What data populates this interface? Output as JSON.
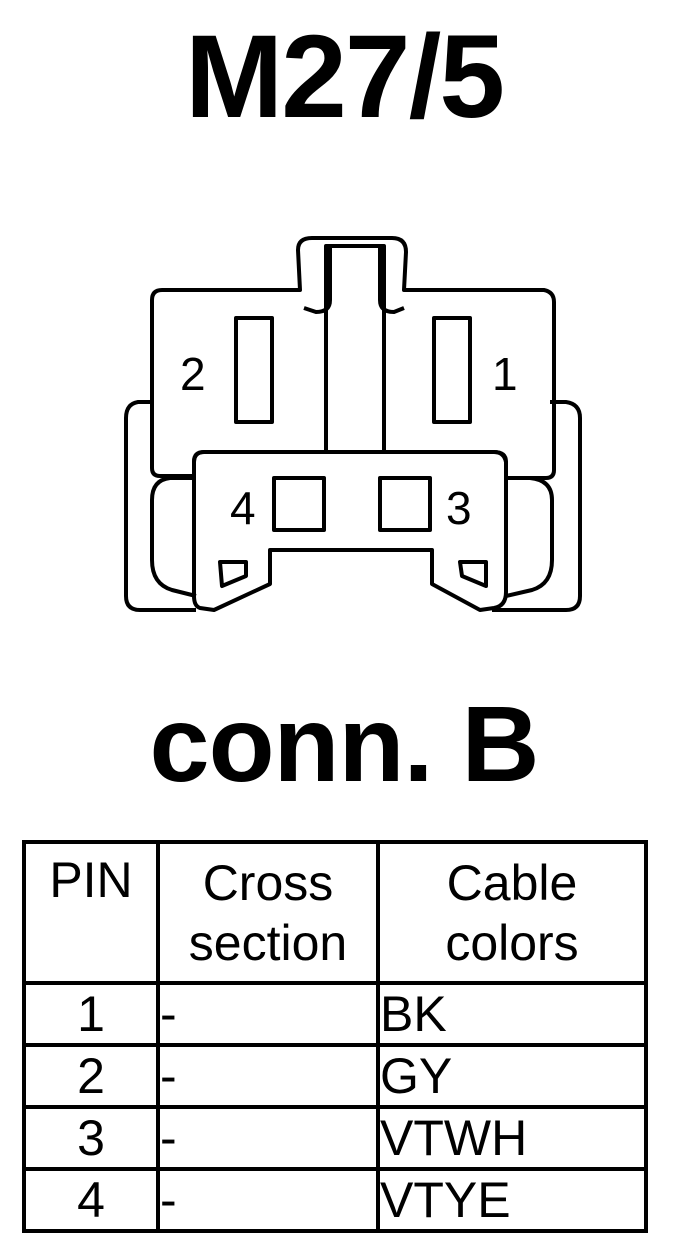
{
  "header": {
    "title": "M27/5",
    "subtitle": "conn. B"
  },
  "connector": {
    "pin_labels": [
      "1",
      "2",
      "3",
      "4"
    ]
  },
  "pin_table": {
    "headers": {
      "pin": "PIN",
      "cross_line1": "Cross",
      "cross_line2": "section",
      "colors_line1": "Cable",
      "colors_line2": "colors"
    },
    "rows": [
      {
        "pin": "1",
        "cross": "-",
        "color": "BK"
      },
      {
        "pin": "2",
        "cross": "-",
        "color": "GY"
      },
      {
        "pin": "3",
        "cross": "-",
        "color": "VTWH"
      },
      {
        "pin": "4",
        "cross": "-",
        "color": "VTYE"
      }
    ]
  }
}
